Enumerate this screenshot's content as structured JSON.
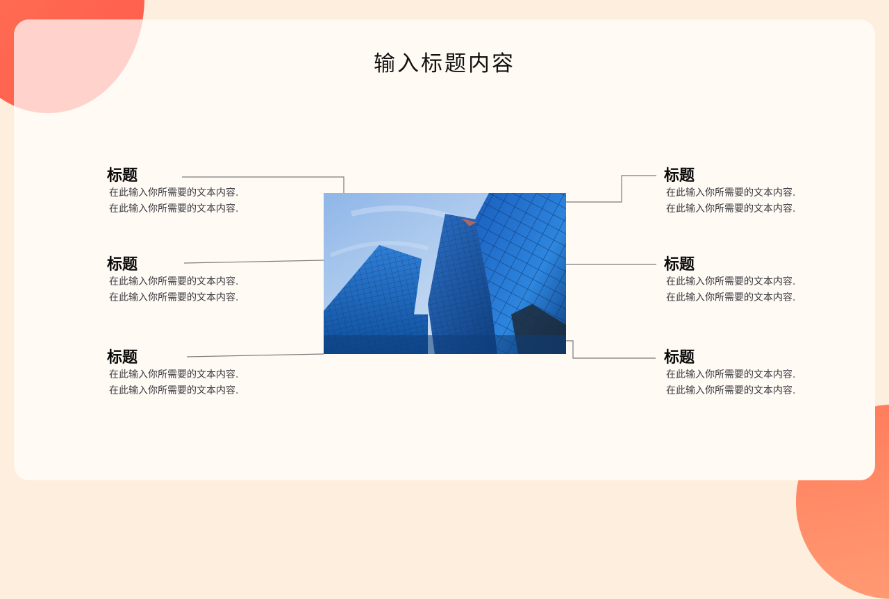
{
  "slide": {
    "title": "输入标题内容",
    "colors": {
      "background": "#fdeedd",
      "card": "#fffaf3",
      "accent_top_left": "#ff6a52",
      "accent_bottom_right": "#ff8d68",
      "connector": "#7a7a7a",
      "heading_text": "#0a0a0a",
      "body_text": "#3a3a42"
    },
    "image": {
      "description": "low-angle view of blue glass skyscrapers against a light blue sky",
      "icon": "photo-buildings"
    },
    "items_left": [
      {
        "title": "标题",
        "lines": [
          "在此输入你所需要的文本内容.",
          "在此输入你所需要的文本内容."
        ]
      },
      {
        "title": "标题",
        "lines": [
          "在此输入你所需要的文本内容.",
          "在此输入你所需要的文本内容."
        ]
      },
      {
        "title": "标题",
        "lines": [
          "在此输入你所需要的文本内容.",
          "在此输入你所需要的文本内容."
        ]
      }
    ],
    "items_right": [
      {
        "title": "标题",
        "lines": [
          "在此输入你所需要的文本内容.",
          "在此输入你所需要的文本内容."
        ]
      },
      {
        "title": "标题",
        "lines": [
          "在此输入你所需要的文本内容.",
          "在此输入你所需要的文本内容."
        ]
      },
      {
        "title": "标题",
        "lines": [
          "在此输入你所需要的文本内容.",
          "在此输入你所需要的文本内容."
        ]
      }
    ]
  }
}
